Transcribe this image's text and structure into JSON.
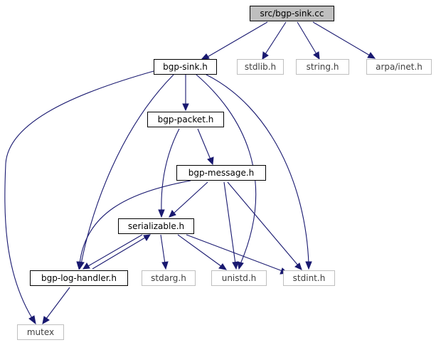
{
  "graph": {
    "nodes": {
      "src_bgp_sink_cc": "src/bgp-sink.cc",
      "bgp_sink_h": "bgp-sink.h",
      "stdlib_h": "stdlib.h",
      "string_h": "string.h",
      "arpa_inet_h": "arpa/inet.h",
      "bgp_packet_h": "bgp-packet.h",
      "bgp_message_h": "bgp-message.h",
      "serializable_h": "serializable.h",
      "bgp_log_handler_h": "bgp-log-handler.h",
      "stdarg_h": "stdarg.h",
      "unistd_h": "unistd.h",
      "stdint_h": "stdint.h",
      "mutex": "mutex"
    },
    "colors": {
      "edge": "#191970",
      "root_fill": "#bfbfbf",
      "external_border": "#bfbfbf",
      "node_border": "#000000"
    }
  }
}
